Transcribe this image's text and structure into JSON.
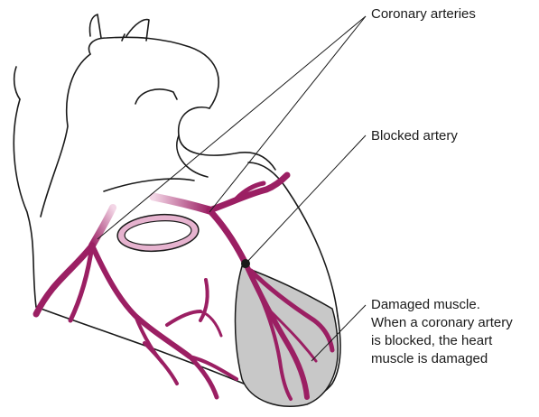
{
  "labels": {
    "coronary_arteries": "Coronary arteries",
    "blocked_artery": "Blocked artery",
    "damaged_muscle": [
      "Damaged muscle.",
      "When a coronary artery",
      "is blocked, the heart",
      "muscle is damaged"
    ]
  },
  "colors": {
    "artery": "#9b1f63",
    "artery_light": "#e6b3cf",
    "damaged_muscle": "#c8c8c8",
    "outline": "#1a1a1a",
    "blockage": "#1a1a1a"
  }
}
